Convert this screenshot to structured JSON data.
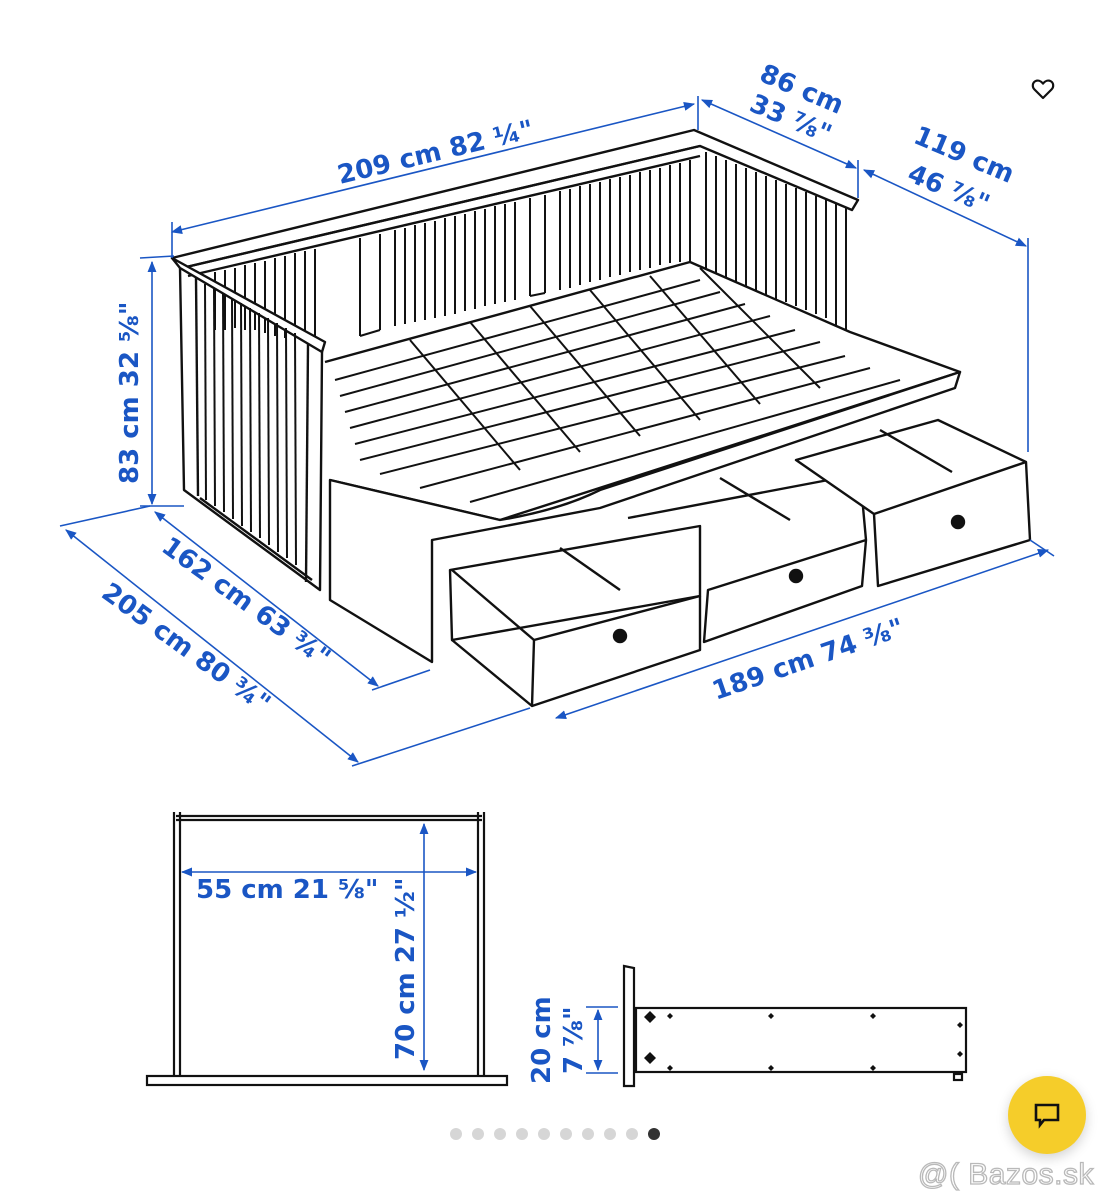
{
  "diagram": {
    "product": "daybed with 3 drawers",
    "dimensions": {
      "width_total": {
        "cm": "209 cm",
        "inch": "82 ¼\""
      },
      "depth_back": {
        "cm": "86 cm",
        "inch": "33 ⅞\""
      },
      "depth_extended": {
        "cm": "119 cm",
        "inch": "46 ⅞\""
      },
      "height": {
        "cm": "83 cm",
        "inch": "32 ⅝\""
      },
      "depth_single": {
        "cm": "162 cm",
        "inch": "63 ¾\""
      },
      "length_total": {
        "cm": "205 cm",
        "inch": "80 ¾\""
      },
      "drawer_span": {
        "cm": "189 cm",
        "inch": "74 ⅜\""
      },
      "drawer_width": {
        "cm": "55 cm",
        "inch": "21 ⅝\""
      },
      "drawer_depth": {
        "cm": "70 cm",
        "inch": "27 ½\""
      },
      "drawer_height": {
        "cm": "20 cm",
        "inch": "7 ⅞\""
      }
    },
    "line_color": "#111111",
    "dimension_color": "#1a56c4"
  },
  "labels": {
    "width_total": "209 cm 82 ¼\"",
    "depth_back_cm": "86 cm",
    "depth_back_in": "33 ⅞\"",
    "depth_ext_cm": "119 cm",
    "depth_ext_in": "46 ⅞\"",
    "height": "83 cm 32 ⅝\"",
    "depth_single": "162 cm 63 ¾\"",
    "length_total": "205 cm 80 ¾\"",
    "drawer_span": "189 cm 74 ⅜\"",
    "drawer_width": "55 cm 21 ⅝\"",
    "drawer_depth": "70 cm 27 ½\"",
    "drawer_height_cm": "20 cm",
    "drawer_height_in": "7 ⅞\""
  },
  "gallery": {
    "total_images": 10,
    "active_index": 10
  },
  "actions": {
    "favorite_icon": "heart-outline-icon",
    "chat_icon": "chat-bubble-icon",
    "chat_color": "#f5cd2a"
  },
  "watermark": "@( Bazos.sk"
}
